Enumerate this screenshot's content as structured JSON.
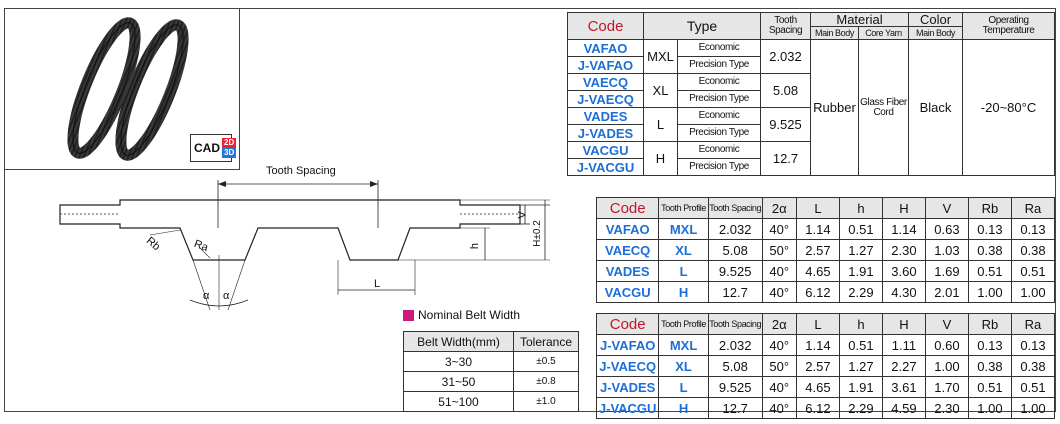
{
  "cad_badge": {
    "text": "CAD",
    "d2": "2D",
    "d3": "3D"
  },
  "diagram": {
    "tooth_spacing": "Tooth Spacing",
    "rb": "Rb",
    "ra": "Ra",
    "alpha1": "α",
    "alpha2": "α",
    "L": "L",
    "h": "h",
    "V": "V",
    "H": "H±0.2"
  },
  "top_table": {
    "headers": {
      "code": "Code",
      "type": "Type",
      "tooth_spacing": "Tooth Spacing",
      "material": "Material",
      "color": "Color",
      "operating_temperature": "Operating Temperature",
      "main_body": "Main Body",
      "core_yarn": "Core Yarn",
      "color_main_body": "Main Body"
    },
    "rows": [
      {
        "code1": "VAFAO",
        "code2": "J-VAFAO",
        "type": "MXL",
        "grade1": "Economic",
        "grade2": "Precision Type",
        "spacing": "2.032"
      },
      {
        "code1": "VAECQ",
        "code2": "J-VAECQ",
        "type": "XL",
        "grade1": "Economic",
        "grade2": "Precision Type",
        "spacing": "5.08"
      },
      {
        "code1": "VADES",
        "code2": "J-VADES",
        "type": "L",
        "grade1": "Economic",
        "grade2": "Precision Type",
        "spacing": "9.525"
      },
      {
        "code1": "VACGU",
        "code2": "J-VACGU",
        "type": "H",
        "grade1": "Economic",
        "grade2": "Precision Type",
        "spacing": "12.7"
      }
    ],
    "main_body": "Rubber",
    "core_yarn": "Glass Fiber Cord",
    "color": "Black",
    "temperature": "-20~80°C"
  },
  "spec_headers": [
    "Code",
    "Tooth Profile",
    "Tooth Spacing",
    "2α",
    "L",
    "h",
    "H",
    "V",
    "Rb",
    "Ra"
  ],
  "mid_table": [
    [
      "VAFAO",
      "MXL",
      "2.032",
      "40°",
      "1.14",
      "0.51",
      "1.14",
      "0.63",
      "0.13",
      "0.13"
    ],
    [
      "VAECQ",
      "XL",
      "5.08",
      "50°",
      "2.57",
      "1.27",
      "2.30",
      "1.03",
      "0.38",
      "0.38"
    ],
    [
      "VADES",
      "L",
      "9.525",
      "40°",
      "4.65",
      "1.91",
      "3.60",
      "1.69",
      "0.51",
      "0.51"
    ],
    [
      "VACGU",
      "H",
      "12.7",
      "40°",
      "6.12",
      "2.29",
      "4.30",
      "2.01",
      "1.00",
      "1.00"
    ]
  ],
  "bot_table": [
    [
      "J-VAFAO",
      "MXL",
      "2.032",
      "40°",
      "1.14",
      "0.51",
      "1.11",
      "0.60",
      "0.13",
      "0.13"
    ],
    [
      "J-VAECQ",
      "XL",
      "5.08",
      "50°",
      "2.57",
      "1.27",
      "2.27",
      "1.00",
      "0.38",
      "0.38"
    ],
    [
      "J-VADES",
      "L",
      "9.525",
      "40°",
      "4.65",
      "1.91",
      "3.61",
      "1.70",
      "0.51",
      "0.51"
    ],
    [
      "J-VACGU",
      "H",
      "12.7",
      "40°",
      "6.12",
      "2.29",
      "4.59",
      "2.30",
      "1.00",
      "1.00"
    ]
  ],
  "belt_width": {
    "title": "Nominal Belt Width",
    "col1": "Belt Width(mm)",
    "col2": "Tolerance",
    "rows": [
      {
        "width": "3~30",
        "tol": "±0.5"
      },
      {
        "width": "31~50",
        "tol": "±0.8"
      },
      {
        "width": "51~100",
        "tol": "±1.0"
      }
    ]
  }
}
